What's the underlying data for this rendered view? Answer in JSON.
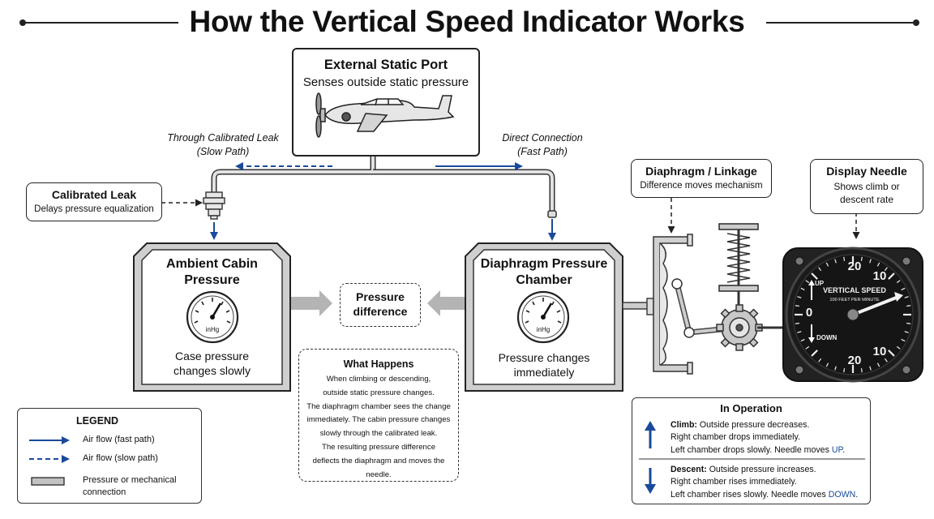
{
  "title": "How the Vertical Speed Indicator Works",
  "static_port": {
    "title": "External Static Port",
    "subtitle": "Senses outside static pressure"
  },
  "leak_path_label": [
    "Through Calibrated Leak",
    "(Slow Path)"
  ],
  "direct_path_label": [
    "Direct Connection",
    "(Fast Path)"
  ],
  "calibrated_leak": {
    "title": "Calibrated Leak",
    "subtitle": "Delays pressure equalization"
  },
  "diaphragm_linkage": {
    "title": "Diaphragm / Linkage",
    "subtitle": "Difference moves mechanism"
  },
  "display_needle": {
    "title": "Display Needle",
    "subtitle_lines": [
      "Shows climb or",
      "descent rate"
    ]
  },
  "ambient_chamber": {
    "title_lines": [
      "Ambient Cabin",
      "Pressure"
    ],
    "gauge_unit": "inHg",
    "desc_lines": [
      "Case pressure",
      "changes slowly"
    ]
  },
  "diaphragm_chamber": {
    "title_lines": [
      "Diaphragm Pressure",
      "Chamber"
    ],
    "gauge_unit": "inHg",
    "desc_lines": [
      "Pressure changes",
      "immediately"
    ]
  },
  "pressure_difference": {
    "lines": [
      "Pressure",
      "difference"
    ]
  },
  "what_happens": {
    "title": "What Happens",
    "lines": [
      "When climbing or descending,",
      "outside static pressure changes.",
      "The diaphragm chamber sees the change",
      "immediately. The cabin pressure changes",
      "slowly through the calibrated leak.",
      "The resulting pressure difference",
      "deflects the diaphragm and moves the needle."
    ]
  },
  "legend": {
    "title": "LEGEND",
    "fast": "Air flow (fast path)",
    "slow": "Air flow (slow path)",
    "connection_lines": [
      "Pressure or mechanical",
      "connection"
    ]
  },
  "in_operation": {
    "title": "In Operation",
    "climb": {
      "label": "Climb:",
      "line1": " Outside pressure decreases.",
      "line2": "Right chamber drops immediately.",
      "line3": "Left chamber drops slowly. Needle moves ",
      "direction": "UP",
      "end": "."
    },
    "descent": {
      "label": "Descent:",
      "line1": " Outside pressure increases.",
      "line2": "Right chamber rises immediately.",
      "line3": "Left chamber rises slowly. Needle moves ",
      "direction": "DOWN",
      "end": "."
    }
  },
  "instrument": {
    "label": "VERTICAL SPEED",
    "sublabel": "100 FEET PER MINUTE",
    "up": "UP",
    "down": "DOWN",
    "scale_top": [
      "20",
      "10"
    ],
    "scale_zero": "0",
    "scale_bottom": [
      "20",
      "10"
    ]
  },
  "colors": {
    "accent_blue": "#1a4a9a",
    "pipe_gray": "#c9c9c9"
  }
}
